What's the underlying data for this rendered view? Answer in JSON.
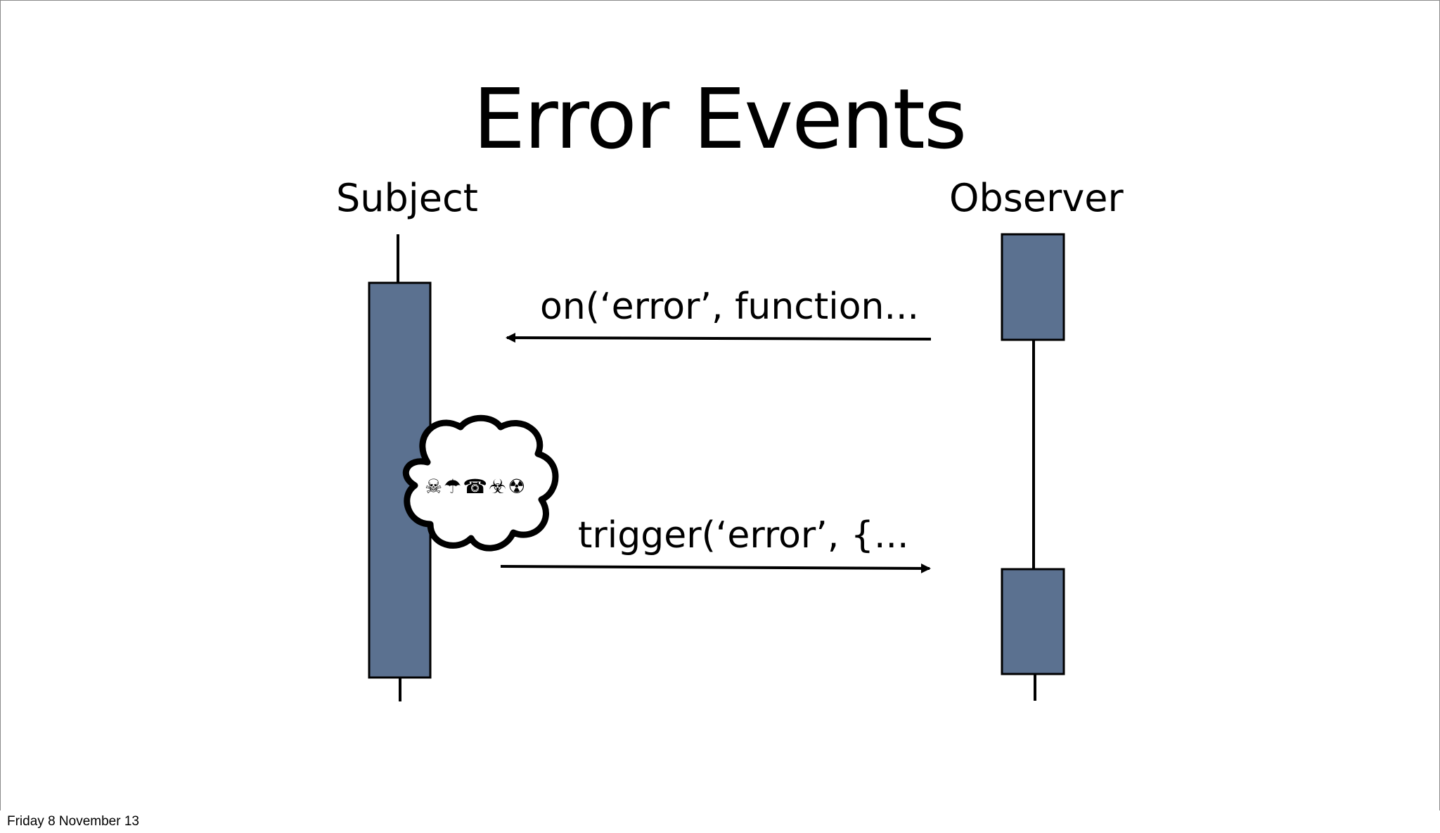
{
  "slide": {
    "title": "Error Events",
    "footer": "Friday 8 November 13"
  },
  "lanes": {
    "subject_label": "Subject",
    "observer_label": "Observer"
  },
  "messages": {
    "on_label": "on(‘error’, function...",
    "trigger_label": "trigger(‘error’, {..."
  },
  "cloud": {
    "icons": [
      {
        "name": "skull-crossbones-icon",
        "glyph": "☠"
      },
      {
        "name": "umbrella-icon",
        "glyph": "☂"
      },
      {
        "name": "telephone-icon",
        "glyph": "☎"
      },
      {
        "name": "biohazard-icon",
        "glyph": "☣"
      },
      {
        "name": "radioactive-icon",
        "glyph": "☢"
      }
    ]
  },
  "colors": {
    "activation_fill": "#5b7190",
    "line": "#000000"
  }
}
